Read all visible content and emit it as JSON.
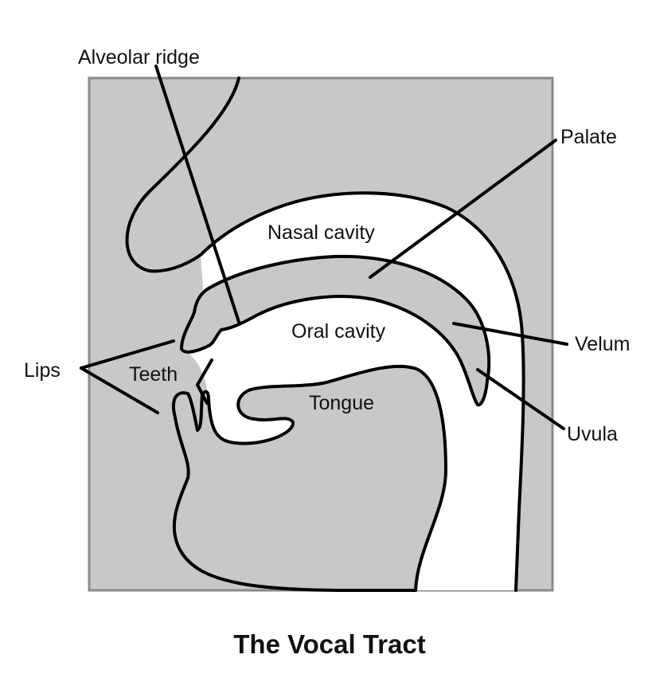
{
  "diagram": {
    "title": "The Vocal Tract",
    "labels": {
      "alveolar_ridge": "Alveolar ridge",
      "palate": "Palate",
      "nasal_cavity": "Nasal cavity",
      "oral_cavity": "Oral cavity",
      "velum": "Velum",
      "lips": "Lips",
      "teeth": "Teeth",
      "tongue": "Tongue",
      "uvula": "Uvula"
    },
    "colors": {
      "tissue": "#c8c8c8",
      "frame_border": "#8a8a8a",
      "outline": "#000000",
      "background": "#ffffff"
    }
  }
}
